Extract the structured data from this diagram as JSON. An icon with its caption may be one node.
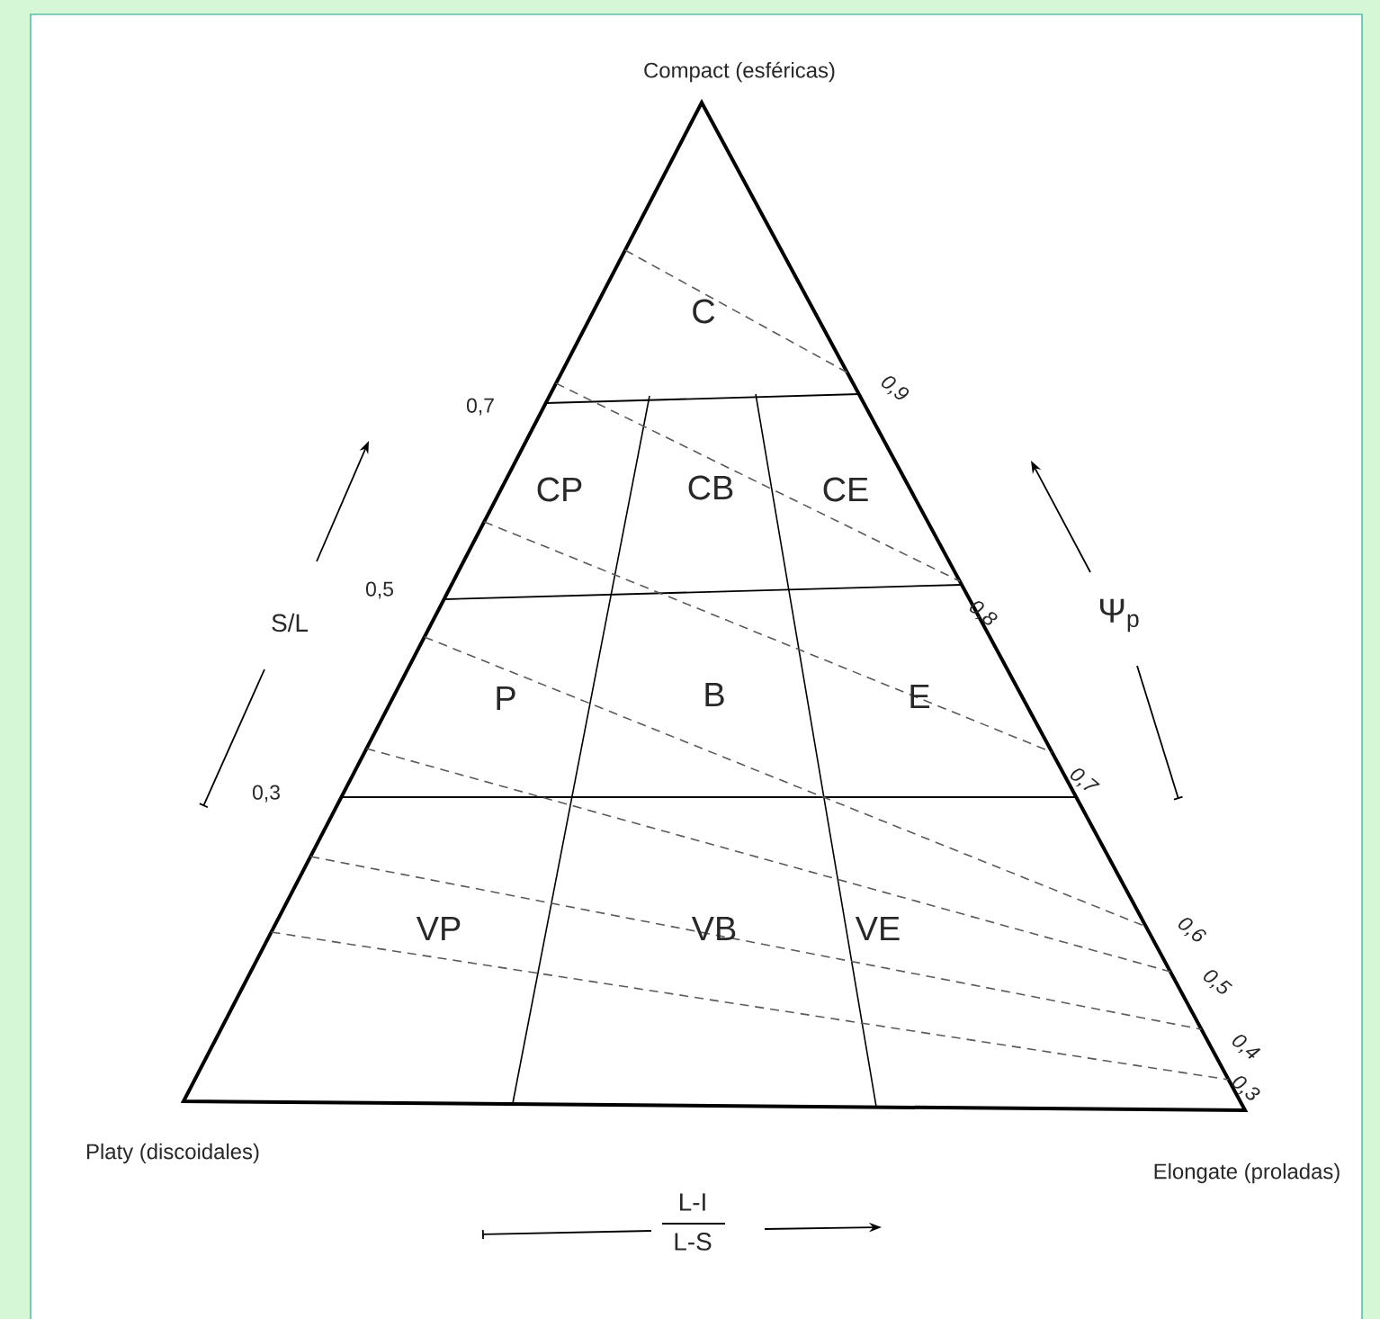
{
  "diagram": {
    "labels": [
      "Compact (esféricas)",
      "C",
      "0,7",
      "0,9",
      "CP",
      "CB",
      "CE",
      "S/L",
      "0,5",
      "0,8",
      "Ψ$_{p}$",
      "P",
      "B",
      "E",
      "0,3",
      "0,7",
      "VP",
      "VB",
      "VE",
      "0,6",
      "0,5",
      "0,4",
      "0,3",
      "Platy (discoidales)",
      "Elongate (proladas)",
      "L-I",
      "L-S"
    ]
  }
}
